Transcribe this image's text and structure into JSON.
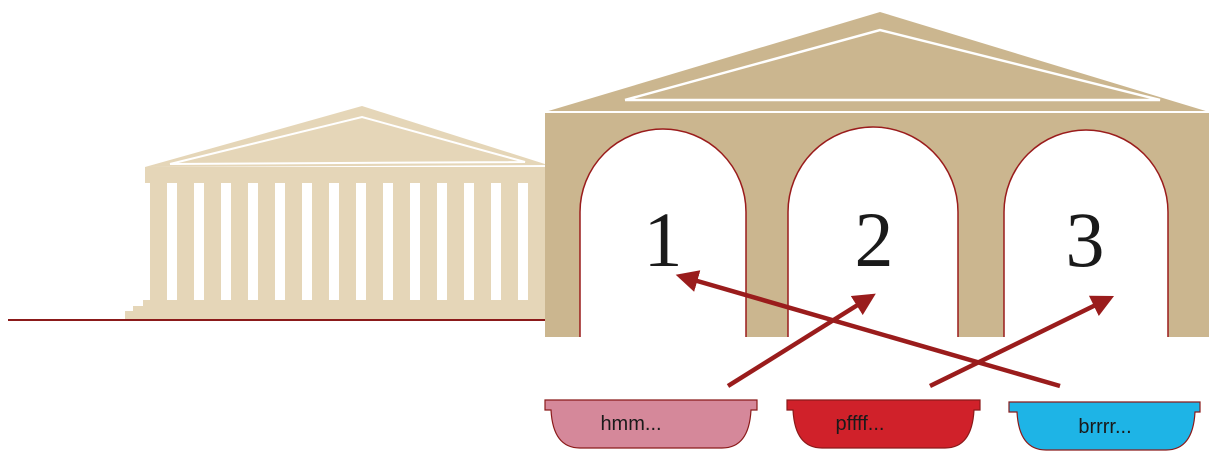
{
  "arches": [
    {
      "number": "1"
    },
    {
      "number": "2"
    },
    {
      "number": "3"
    }
  ],
  "bowls": [
    {
      "label": "hmm...",
      "color": "#d5889a"
    },
    {
      "label": "pffff...",
      "color": "#d0212a"
    },
    {
      "label": "brrrr...",
      "color": "#1eb4e6"
    }
  ],
  "colors": {
    "small_temple": "#e5d6b8",
    "big_temple": "#cbb68f",
    "ground_line": "#8b1a1a",
    "arrow": "#9a1c1c",
    "bowl_outline": "#8b1a1a"
  }
}
